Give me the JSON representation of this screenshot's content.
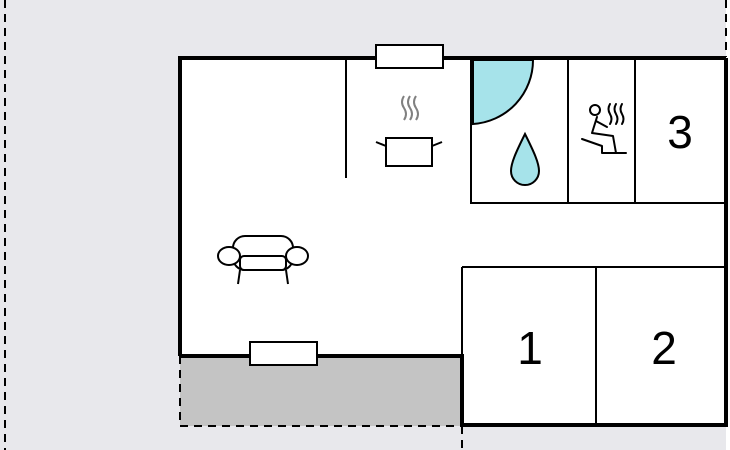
{
  "rooms": {
    "bedroom_1": {
      "number": "1"
    },
    "bedroom_2": {
      "number": "2"
    },
    "bedroom_3": {
      "number": "3"
    }
  },
  "icons": {
    "kitchen": "cooking-pot-icon",
    "living": "sofa-icon",
    "bathroom": "water-drop-icon",
    "sauna": "sauna-icon",
    "shower": "shower-door-icon"
  },
  "colors": {
    "wall": "#000000",
    "plot_fill": "#e8e8ec",
    "terrace_fill": "#c4c4c4",
    "water": "#a6e3ea",
    "floor": "#ffffff"
  }
}
